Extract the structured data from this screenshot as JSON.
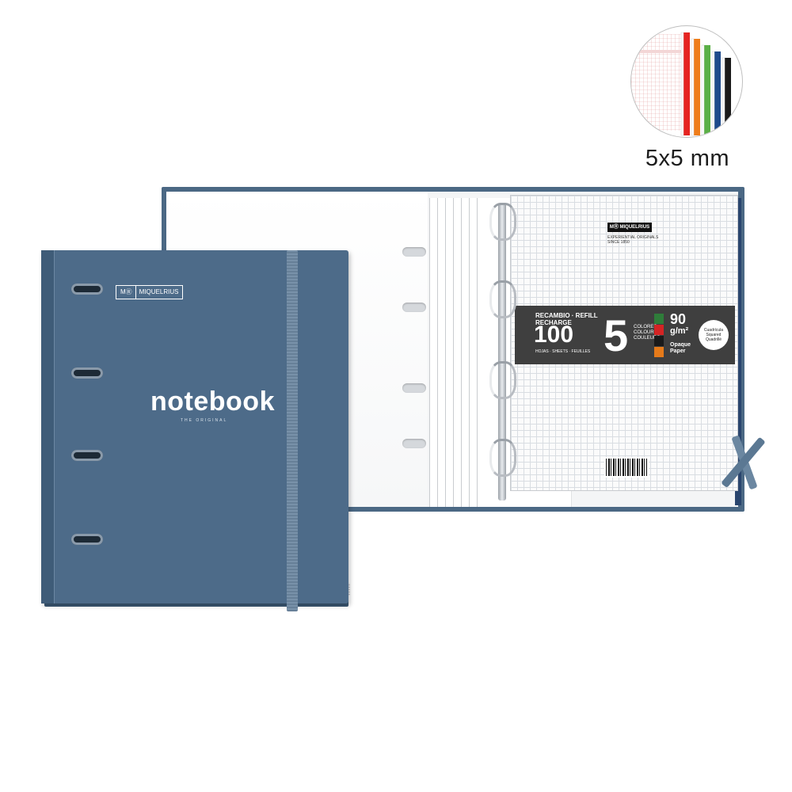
{
  "swatch": {
    "caption": "5x5 mm",
    "bar_colors": [
      "#e52421",
      "#ef7d1a",
      "#5bb046",
      "#1e4b8c",
      "#1a1a1a"
    ]
  },
  "closed_binder": {
    "brand_mark": "MⓇ",
    "brand": "MIQUELRIUS",
    "title": "notebook",
    "subtitle": "THE ORIGINAL",
    "cover_color": "#4d6b89"
  },
  "refill": {
    "logo": "MⓇ MIQUELRIUS",
    "tagline": "EXPERIENTIAL ORIGINALS\nSINCE 1850",
    "band": {
      "recambio": "RECAMBIO · REFILL\nRECHARGE",
      "count": "100",
      "count_sub": "HOJAS · SHEETS · FEUILLES",
      "colours_count": "5",
      "colours_label": "COLORES COLOURS COULEURS",
      "weight": "90",
      "weight_unit": "g/m²",
      "paper": "Opaque\nPaper",
      "badge": "Cuadrícula Squared Quadrillé"
    }
  }
}
